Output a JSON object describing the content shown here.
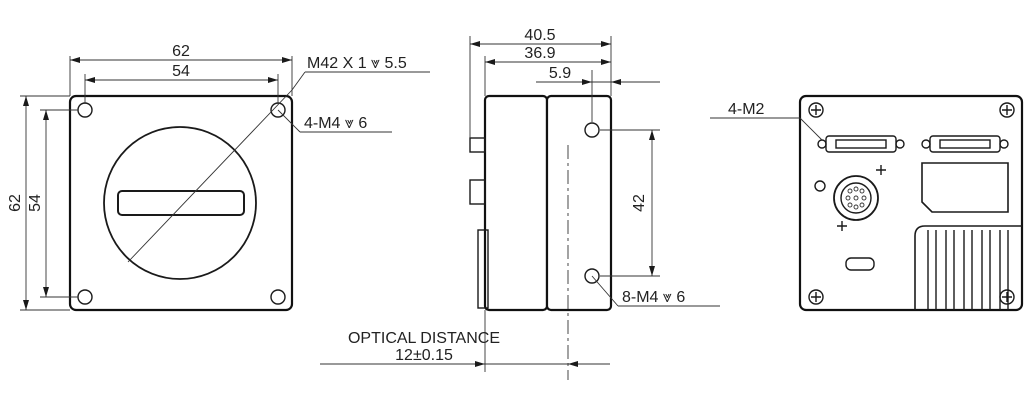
{
  "front_view": {
    "width_outer": "62",
    "width_inner": "54",
    "height_outer": "62",
    "height_inner": "54",
    "mount_callout": "M42 X 1 ⩔ 5.5",
    "hole_callout": "4-M4 ⩔ 6"
  },
  "side_view": {
    "dim_total": "40.5",
    "dim_body": "36.9",
    "dim_hole_offset": "5.9",
    "dim_hole_spacing": "42",
    "hole_callout": "8-M4 ⩔ 6",
    "optical_label": "OPTICAL DISTANCE",
    "optical_value": "12±0.15"
  },
  "rear_view": {
    "connector_callout": "4-M2"
  }
}
